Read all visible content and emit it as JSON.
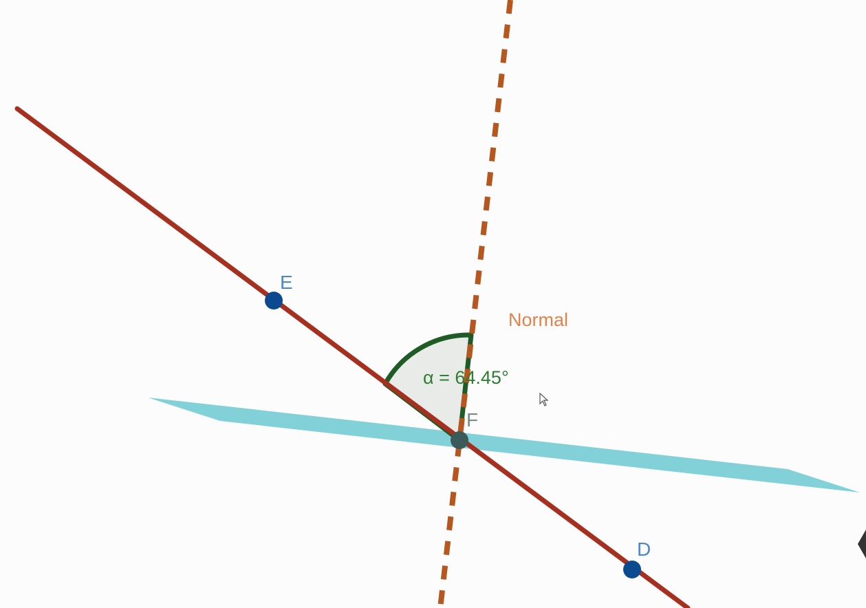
{
  "points": {
    "E": "E",
    "D": "D",
    "F": "F"
  },
  "normal_label": "Normal",
  "angle_label": "α = 64.45°",
  "colors": {
    "line": "#a63020",
    "normal": "#b5571e",
    "normal_label": "#e0824b",
    "point": "#0b4a8f",
    "point_label": "#4a88c9",
    "angle_stroke": "#1f5a27",
    "angle_fill": "#e8ebe8",
    "angle_label": "#2e7d32",
    "plane": "#7ccfd6",
    "background": "#fbfcfb"
  }
}
